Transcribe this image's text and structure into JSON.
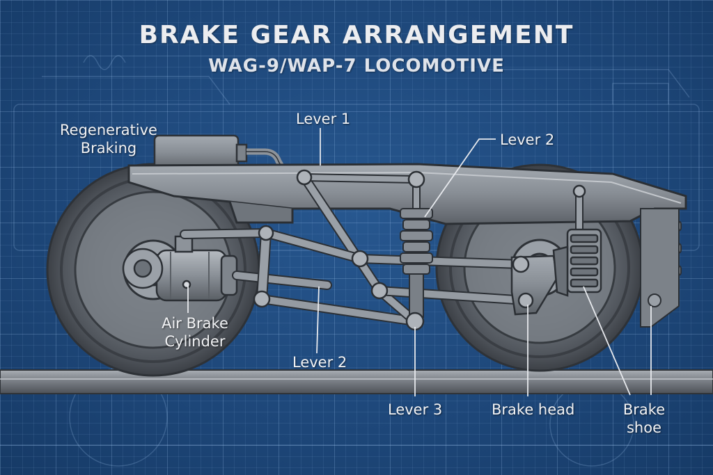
{
  "title": "BRAKE GEAR ARRANGEMENT",
  "subtitle": "WAG-9/WAP-7 LOCOMOTIVE",
  "labels": {
    "regenerative_braking_line1": "Regenerative",
    "regenerative_braking_line2": "Braking",
    "lever1": "Lever 1",
    "lever2_top": "Lever 2",
    "air_brake_cylinder_line1": "Air Brake",
    "air_brake_cylinder_line2": "Cylinder",
    "lever2_bottom": "Lever 2",
    "lever3": "Lever 3",
    "brake_head": "Brake head",
    "brake_shoe_line1": "Brake",
    "brake_shoe_line2": "shoe"
  },
  "colors": {
    "background": "#1e4a80",
    "steel": "#8f959c",
    "steel_dark": "#4a4f56",
    "label": "#f2f3f5"
  }
}
